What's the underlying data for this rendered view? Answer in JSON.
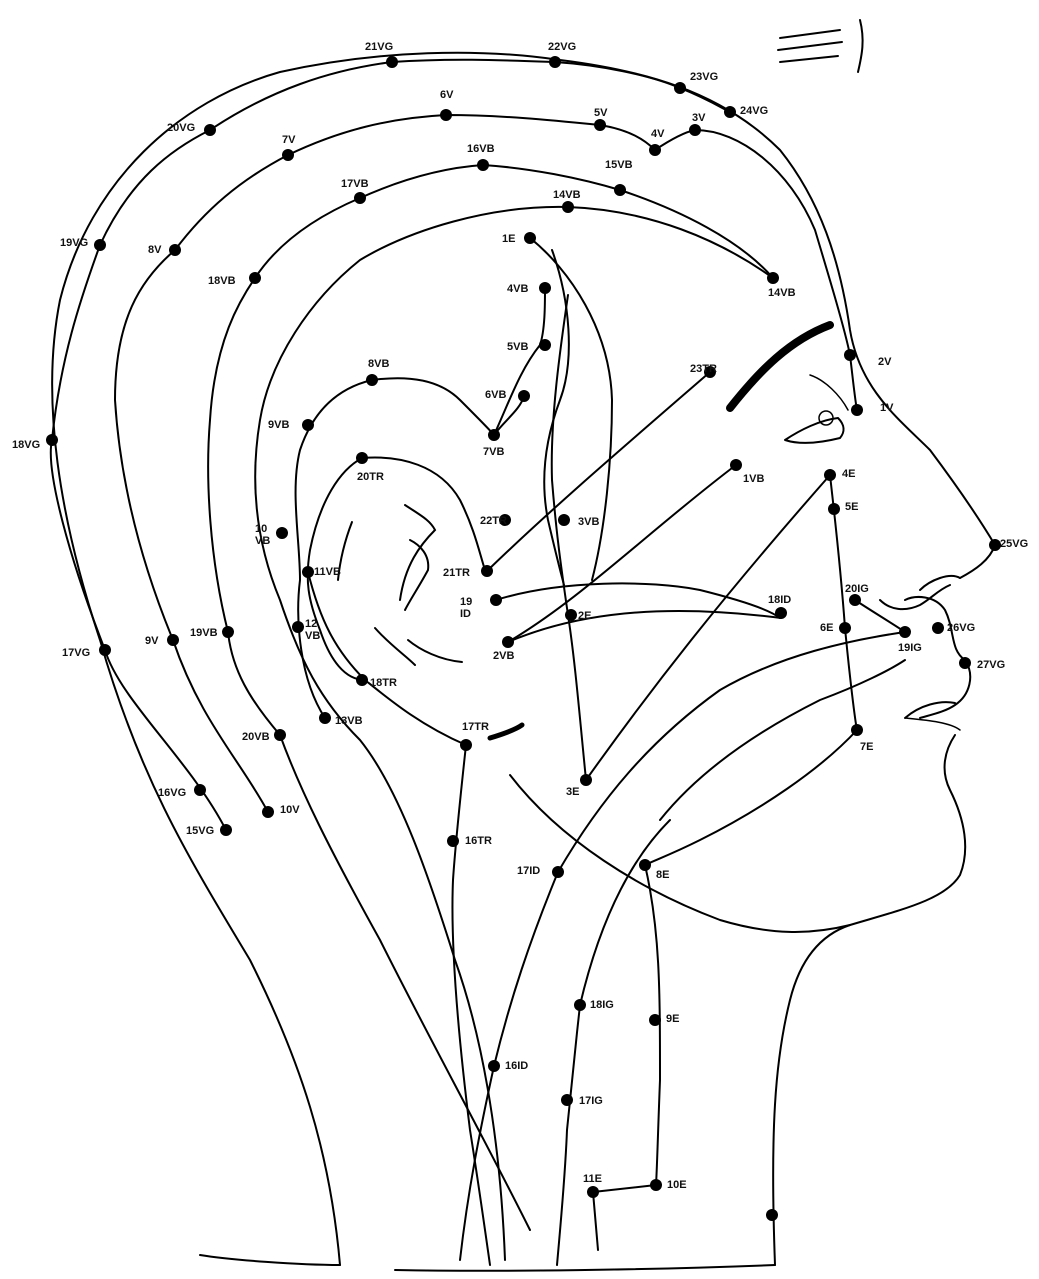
{
  "points": [
    {
      "id": "21VG",
      "label": "21VG"
    },
    {
      "id": "22VG",
      "label": "22VG"
    },
    {
      "id": "23VG",
      "label": "23VG"
    },
    {
      "id": "24VG",
      "label": "24VG"
    },
    {
      "id": "20VG",
      "label": "20VG"
    },
    {
      "id": "6V",
      "label": "6V"
    },
    {
      "id": "5V",
      "label": "5V"
    },
    {
      "id": "4V",
      "label": "4V"
    },
    {
      "id": "3V",
      "label": "3V"
    },
    {
      "id": "7V",
      "label": "7V"
    },
    {
      "id": "16VB",
      "label": "16VB"
    },
    {
      "id": "15VB",
      "label": "15VB"
    },
    {
      "id": "17VB",
      "label": "17VB"
    },
    {
      "id": "14VB-top",
      "label": "14VB"
    },
    {
      "id": "19VG",
      "label": "19VG"
    },
    {
      "id": "8V",
      "label": "8V"
    },
    {
      "id": "18VB",
      "label": "18VB"
    },
    {
      "id": "1E",
      "label": "1E"
    },
    {
      "id": "4VB",
      "label": "4VB"
    },
    {
      "id": "14VB",
      "label": "14VB"
    },
    {
      "id": "2V",
      "label": "2V"
    },
    {
      "id": "5VB",
      "label": "5VB"
    },
    {
      "id": "1V",
      "label": "1V"
    },
    {
      "id": "8VB",
      "label": "8VB"
    },
    {
      "id": "23TR",
      "label": "23TR"
    },
    {
      "id": "6VB",
      "label": "6VB"
    },
    {
      "id": "18VG",
      "label": "18VG"
    },
    {
      "id": "9VB",
      "label": "9VB"
    },
    {
      "id": "7VB",
      "label": "7VB"
    },
    {
      "id": "20TR",
      "label": "20TR"
    },
    {
      "id": "1VB",
      "label": "1VB"
    },
    {
      "id": "4E",
      "label": "4E"
    },
    {
      "id": "5E",
      "label": "5E"
    },
    {
      "id": "22TR",
      "label": "22TR"
    },
    {
      "id": "3VB",
      "label": "3VB"
    },
    {
      "id": "10VB",
      "label": "10\nVB"
    },
    {
      "id": "25VG",
      "label": "25VG"
    },
    {
      "id": "11VB",
      "label": "11VB"
    },
    {
      "id": "21TR",
      "label": "21TR"
    },
    {
      "id": "19ID",
      "label": "19\nID"
    },
    {
      "id": "18ID",
      "label": "18ID"
    },
    {
      "id": "20IG",
      "label": "20IG"
    },
    {
      "id": "2E",
      "label": "2E"
    },
    {
      "id": "6E",
      "label": "6E"
    },
    {
      "id": "12VB",
      "label": "12\nVB"
    },
    {
      "id": "26VG",
      "label": "26VG"
    },
    {
      "id": "9V",
      "label": "9V"
    },
    {
      "id": "19VB",
      "label": "19VB"
    },
    {
      "id": "19IG",
      "label": "19IG"
    },
    {
      "id": "17VG",
      "label": "17VG"
    },
    {
      "id": "2VB",
      "label": "2VB"
    },
    {
      "id": "27VG",
      "label": "27VG"
    },
    {
      "id": "18TR",
      "label": "18TR"
    },
    {
      "id": "13VB",
      "label": "13VB"
    },
    {
      "id": "20VB",
      "label": "20VB"
    },
    {
      "id": "17TR",
      "label": "17TR"
    },
    {
      "id": "7E",
      "label": "7E"
    },
    {
      "id": "3E",
      "label": "3E"
    },
    {
      "id": "16VG",
      "label": "16VG"
    },
    {
      "id": "10V",
      "label": "10V"
    },
    {
      "id": "15VG",
      "label": "15VG"
    },
    {
      "id": "16TR",
      "label": "16TR"
    },
    {
      "id": "17ID",
      "label": "17ID"
    },
    {
      "id": "8E",
      "label": "8E"
    },
    {
      "id": "18IG",
      "label": "18IG"
    },
    {
      "id": "9E",
      "label": "9E"
    },
    {
      "id": "16ID",
      "label": "16ID"
    },
    {
      "id": "17IG",
      "label": "17IG"
    },
    {
      "id": "11E",
      "label": "11E"
    },
    {
      "id": "10E",
      "label": "10E"
    },
    {
      "id": "neck-front",
      "label": ""
    }
  ],
  "scribble_text": "≡ ſ"
}
